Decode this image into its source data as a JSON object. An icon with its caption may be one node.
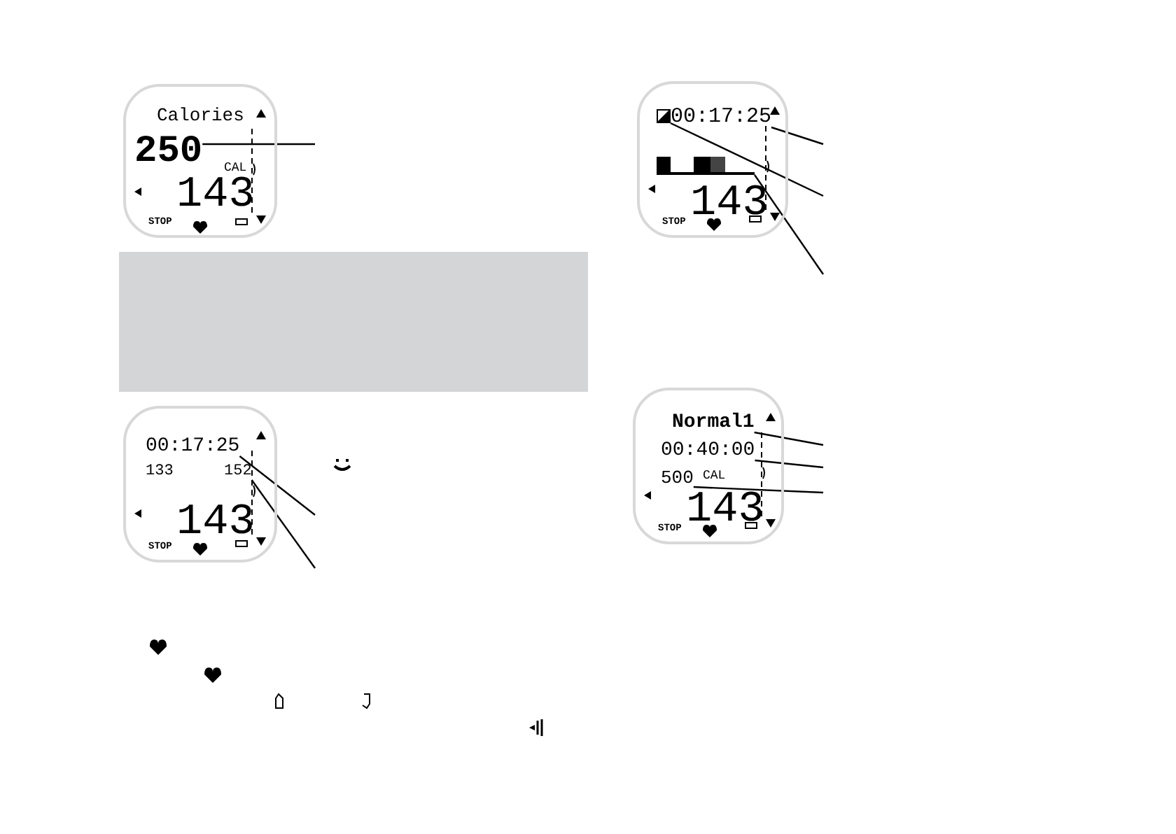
{
  "diagram": {
    "nodes": [
      {
        "text": [],
        "shape": "box"
      },
      {
        "text": [
          "250"
        ],
        "in": 0
      },
      {
        "text": [],
        "shape": "box"
      },
      {
        "text": [
          "00:17:25"
        ],
        "in": 2
      },
      {
        "text": [],
        "shape": "box",
        "in": 2
      },
      {
        "text": [],
        "shape": "bar",
        "in": 2
      },
      {
        "text": [],
        "shape": "box"
      },
      {
        "text": [
          "00:17:25"
        ],
        "in": 6
      },
      {
        "text": [
          "152"
        ],
        "in": 6
      },
      {
        "text": [],
        "shape": "box"
      },
      {
        "text": [
          "Normal1"
        ],
        "in": 9
      },
      {
        "text": [
          "00:40:00"
        ],
        "in": 9
      },
      {
        "text": [
          "500"
        ],
        "in": 9
      }
    ],
    "edges": [
      {
        "from": null,
        "to": 1,
        "arrow": "none"
      },
      {
        "from": null,
        "to": 3,
        "arrow": "none"
      },
      {
        "from": null,
        "to": 4,
        "arrow": "none"
      },
      {
        "from": null,
        "to": 5,
        "arrow": "none"
      },
      {
        "from": null,
        "to": 7,
        "arrow": "none"
      },
      {
        "from": null,
        "to": 8,
        "arrow": "none"
      },
      {
        "from": null,
        "to": 10,
        "arrow": "none"
      },
      {
        "from": null,
        "to": 11,
        "arrow": "none"
      },
      {
        "from": null,
        "to": 12,
        "arrow": "none"
      }
    ],
    "labels": [
      "Calories",
      "CAL",
      "143",
      "STOP",
      "143",
      "STOP",
      "133",
      "143",
      "STOP",
      "CAL",
      "143",
      "STOP"
    ]
  }
}
